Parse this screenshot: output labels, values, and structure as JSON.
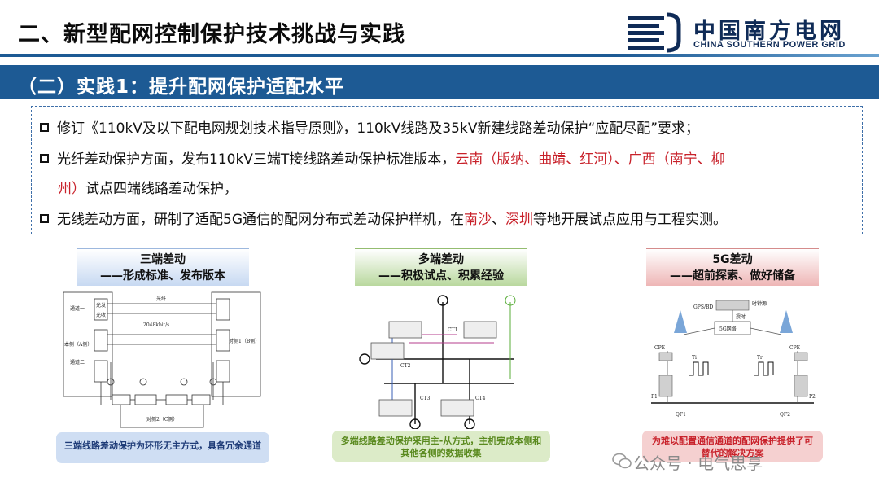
{
  "page": {
    "title": "二、新型配网控制保护技术挑战与实践",
    "subtitle": "（二）实践1：提升配网保护适配水平"
  },
  "logo": {
    "cn": "中国南方电网",
    "en": "CHINA SOUTHERN POWER GRID"
  },
  "bullets": [
    {
      "parts": [
        "修订《110kV及以下配电网规划技术指导原则》，110kV线路及35kV新建线路差动保护“应配尽配”要求；"
      ]
    },
    {
      "line1": "光纤差动保护方面，发布110kV三端T接线路差动保护标准版本，",
      "line1_red": "云南（版纳、曲靖、红河）、广西（南宁、柳",
      "line2_red": "州）",
      "line2": "试点四端线路差动保护，"
    },
    {
      "a": "无线差动方面，研制了适配5G通信的配网分布式差动保护样机，在",
      "red1": "南沙",
      "sep": "、",
      "red2": "深圳",
      "b": "等地开展试点应用与工程实测。"
    }
  ],
  "panels": [
    {
      "title1": "三端差动",
      "title2": "——形成标准、发布版本",
      "caption": "三端线路差动保护为环形无主方式，具备冗余通道",
      "diagram": {
        "labels": [
          "通道一",
          "通道二",
          "本侧（A侧）",
          "光纤",
          "2048kbit/s",
          "对侧1（B侧）",
          "对侧2（C侧）",
          "光发",
          "光收"
        ]
      }
    },
    {
      "title1": "多端差动",
      "title2": "——积极试点、积累经验",
      "caption": "多端线路差动保护采用主-从方式，主机完成本侧和其他各侧的数据收集",
      "diagram": {
        "labels": [
          "CT1",
          "CT2",
          "CT3",
          "CT4"
        ]
      }
    },
    {
      "title1": "5G差动",
      "title2": "——超前探索、做好储备",
      "caption": "为难以配置通信通道的配网保护提供了可替代的解决方案",
      "diagram": {
        "labels": [
          "GPS/BD",
          "时钟源",
          "授时",
          "5G网络",
          "CPE",
          "P1",
          "P2",
          "QF1",
          "QF2",
          "Ti",
          "Tr"
        ]
      }
    }
  ],
  "watermark": "公众号 · 电气思享",
  "colors": {
    "brand_blue": "#1d5a94",
    "accent_red": "#c8212a",
    "logo_navy": "#0f2b57"
  }
}
